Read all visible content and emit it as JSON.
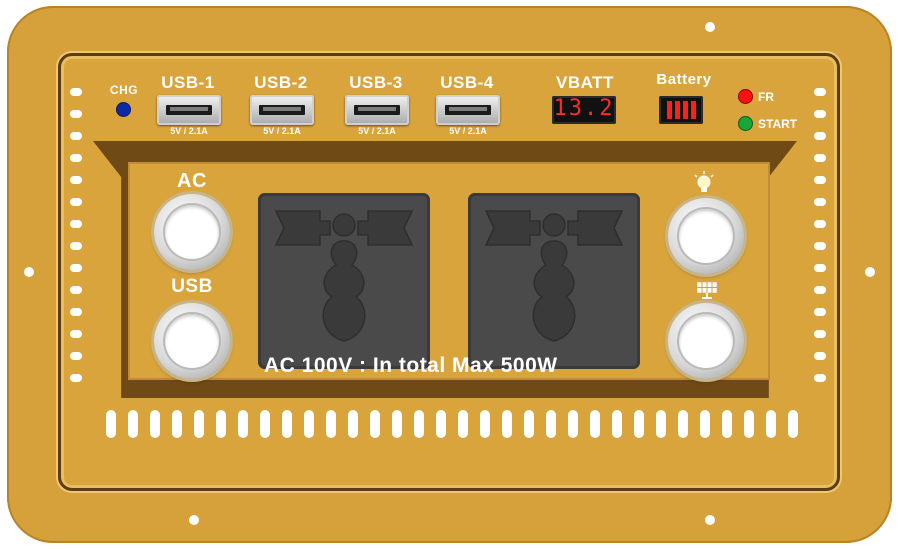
{
  "panel": {
    "chg_label": "CHG",
    "usb_ports": [
      {
        "label": "USB-1",
        "rating": "5V / 2.1A"
      },
      {
        "label": "USB-2",
        "rating": "5V / 2.1A"
      },
      {
        "label": "USB-3",
        "rating": "5V / 2.1A"
      },
      {
        "label": "USB-4",
        "rating": "5V / 2.1A"
      }
    ],
    "vbatt_label": "VBATT",
    "vbatt_value": "13.2",
    "battery_label": "Battery",
    "battery_bars": 4,
    "fr_label": "FR",
    "start_label": "START",
    "ac_button_label": "AC",
    "usb_button_label": "USB",
    "light_icon": "bulb-icon",
    "solar_icon": "solar-panel-icon",
    "ac_banner": "AC  100V : In total Max  500W",
    "colors": {
      "body": "#d6a13b",
      "display_digits": "#ff2a2a",
      "chg_led": "#0b2aa8",
      "fr_led": "#ff1010",
      "start_led": "#17a637",
      "outlet": "#4a4a4a"
    }
  }
}
